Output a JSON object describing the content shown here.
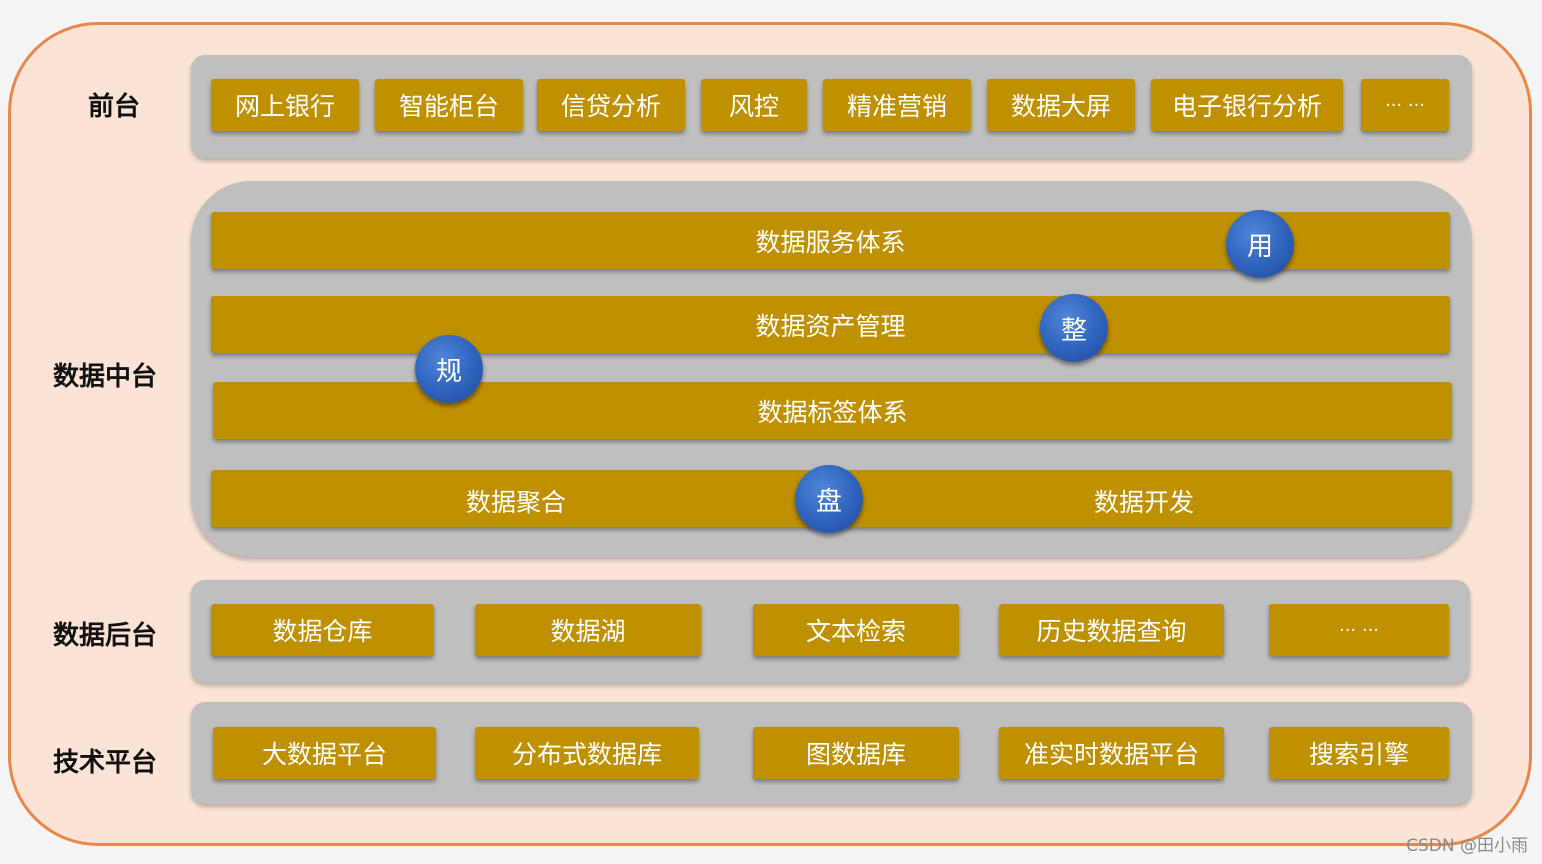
{
  "layers": {
    "front": {
      "label": "前台",
      "items": [
        "网上银行",
        "智能柜台",
        "信贷分析",
        "风控",
        "精准营销",
        "数据大屏",
        "电子银行分析",
        "··· ···"
      ]
    },
    "middle": {
      "label": "数据中台",
      "bars": {
        "service": "数据服务体系",
        "asset": "数据资产管理",
        "tag": "数据标签体系",
        "aggregate": "数据聚合",
        "develop": "数据开发"
      },
      "badges": {
        "use": "用",
        "organize": "整",
        "regulate": "规",
        "inventory": "盘"
      }
    },
    "back": {
      "label": "数据后台",
      "items": [
        "数据仓库",
        "数据湖",
        "文本检索",
        "历史数据查询",
        "··· ···"
      ]
    },
    "tech": {
      "label": "技术平台",
      "items": [
        "大数据平台",
        "分布式数据库",
        "图数据库",
        "准实时数据平台",
        "搜索引擎"
      ]
    }
  },
  "watermark": "CSDN @田小雨",
  "colors": {
    "frame_fill": "#fbe3d6",
    "frame_border": "#e8874a",
    "panel": "#bfbfbf",
    "box": "#bf9000",
    "badge": "#2f62bb"
  }
}
